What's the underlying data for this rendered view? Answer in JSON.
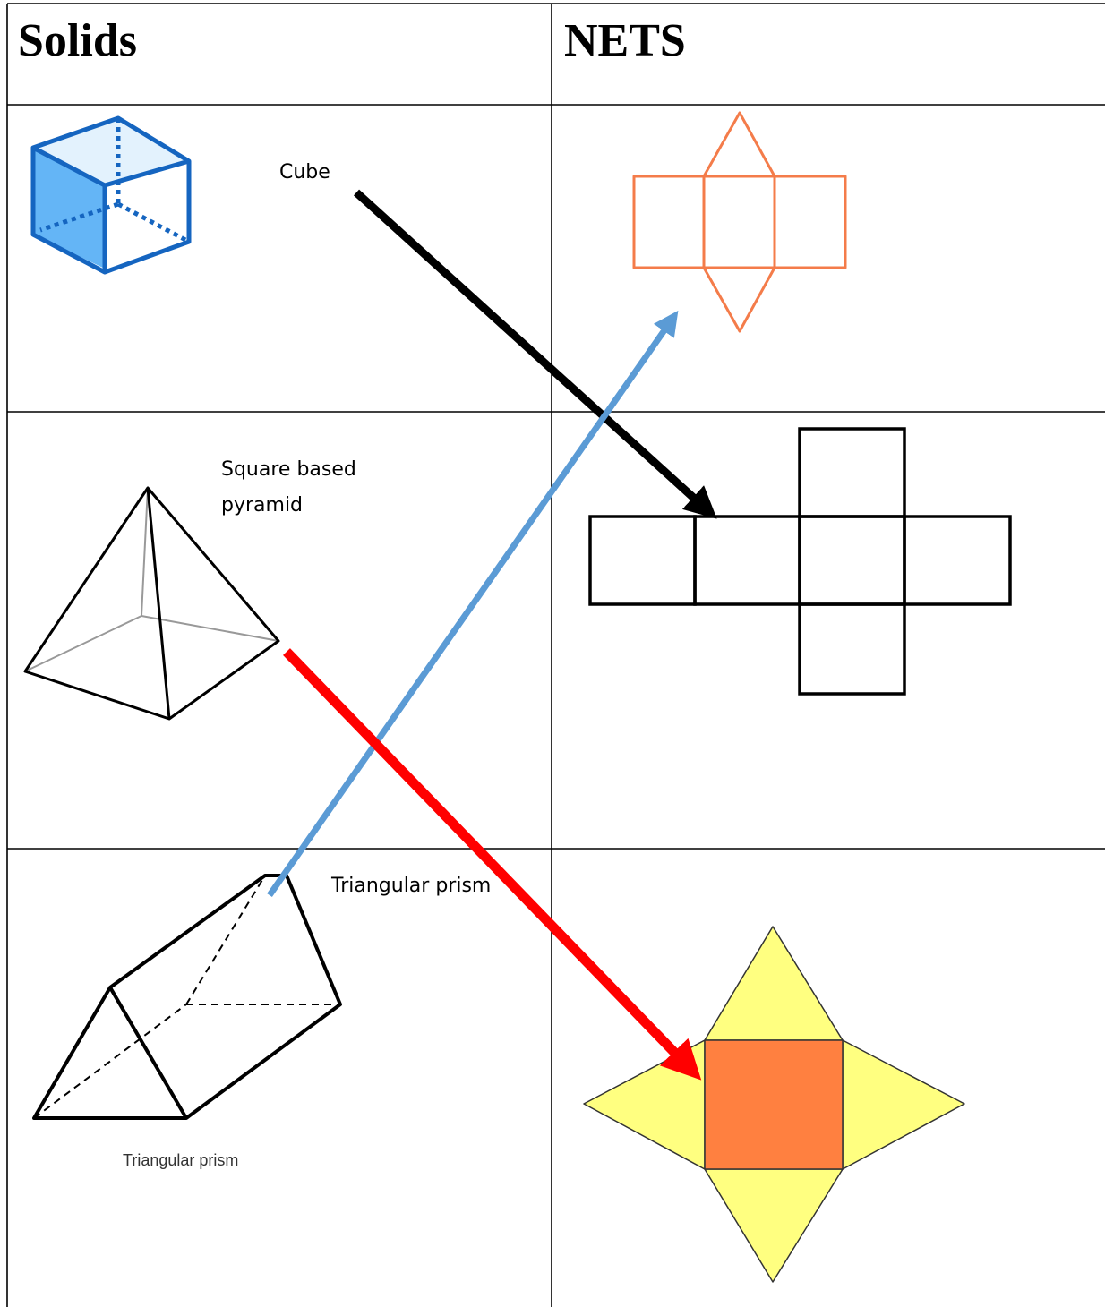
{
  "headers": {
    "solids": "Solids",
    "nets": "NETS"
  },
  "labels": {
    "cube": "Cube",
    "pyramid_line1": "Square based",
    "pyramid_line2": "pyramid",
    "prism": "Triangular prism",
    "prism_image_caption": "Triangular prism"
  },
  "colors": {
    "cube_blue": "#1565c0",
    "cube_face_light": "#64b5f6",
    "prism_net_orange": "#f47c4a",
    "pyramid_net_base": "#ff8040",
    "pyramid_net_triangles": "#ffff80",
    "arrow_black": "#000000",
    "arrow_blue": "#5b9bd5",
    "arrow_red": "#ff0000"
  },
  "arrows": [
    {
      "from": "cube",
      "to": "cube-net",
      "color": "black"
    },
    {
      "from": "triangular-prism",
      "to": "triangular-prism-net",
      "color": "blue"
    },
    {
      "from": "square-based-pyramid",
      "to": "square-pyramid-net",
      "color": "red"
    }
  ]
}
